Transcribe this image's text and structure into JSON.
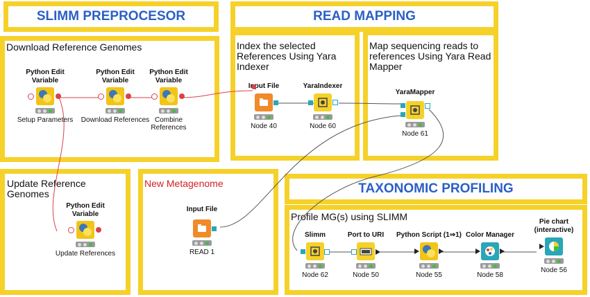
{
  "headers": {
    "slimm": "SLIMM PREPROCESOR",
    "read_mapping": "READ MAPPING",
    "taxonomic": "TAXONOMIC PROFILING"
  },
  "boxes": {
    "download": "Download Reference Genomes",
    "update": "Update Reference Genomes",
    "metagenome": "New Metagenome",
    "index": "Index the selected References Using Yara Indexer",
    "map": "Map sequencing reads to references Using Yara Read Mapper",
    "profile": "Profile MG(s) using SLIMM"
  },
  "nodes": {
    "setup": {
      "label": "Python Edit Variable",
      "sub": "Setup Parameters"
    },
    "download": {
      "label": "Python Edit Variable",
      "sub": "Download References"
    },
    "combine": {
      "label": "Python Edit Variable",
      "sub": "Combine References"
    },
    "update": {
      "label": "Python Edit Variable",
      "sub": "Update References"
    },
    "input40": {
      "label": "Input File",
      "sub": "Node 40"
    },
    "yaraindexer": {
      "label": "YaraIndexer",
      "sub": "Node 60"
    },
    "yaramapper": {
      "label": "YaraMapper",
      "sub": "Node 61"
    },
    "read1": {
      "label": "Input File",
      "sub": "READ 1"
    },
    "slimm": {
      "label": "Slimm",
      "sub": "Node 62"
    },
    "porturi": {
      "label": "Port to URI",
      "sub": "Node 50"
    },
    "pyscript": {
      "label": "Python Script (1⇒1)",
      "sub": "Node 55"
    },
    "colormgr": {
      "label": "Color Manager",
      "sub": "Node 58"
    },
    "piechart": {
      "label": "Pie chart (interactive)",
      "sub": "Node 56"
    }
  },
  "colors": {
    "frame": "#f5d12a",
    "header_text": "#2a5fc6",
    "metagenome_title": "#d21f1f",
    "python_icon": "#f2c418",
    "file_icon": "#f08a2a",
    "yara_icon": "#f5d12a",
    "viz_icon": "#29a6b8",
    "variable_link": "#d9414b",
    "data_port": "#29a6b8"
  }
}
